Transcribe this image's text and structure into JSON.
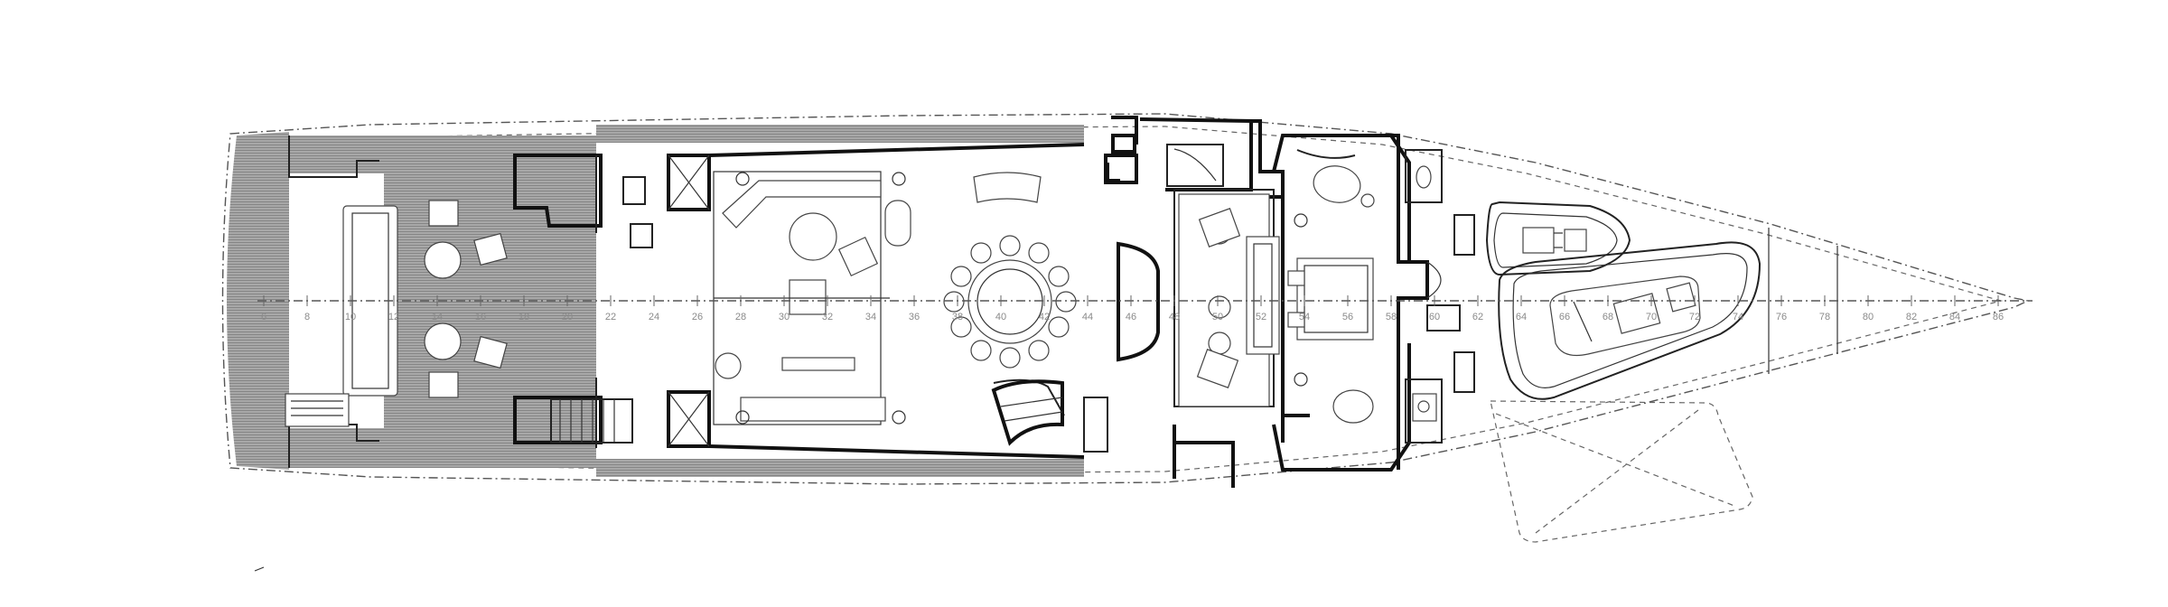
{
  "diagram": {
    "type": "yacht-deck-plan",
    "centerline_ticks": [
      "6",
      "8",
      "10",
      "12",
      "14",
      "16",
      "18",
      "20",
      "22",
      "24",
      "26",
      "28",
      "30",
      "32",
      "34",
      "36",
      "38",
      "40",
      "42",
      "44",
      "46",
      "48",
      "50",
      "52",
      "54",
      "56",
      "58",
      "60",
      "62",
      "64",
      "66",
      "68",
      "70",
      "72",
      "74",
      "76",
      "78",
      "80",
      "82",
      "84",
      "86"
    ],
    "colors": {
      "line": "#222222",
      "deck_hatch": "#9a9a9a",
      "background": "#ffffff"
    }
  }
}
